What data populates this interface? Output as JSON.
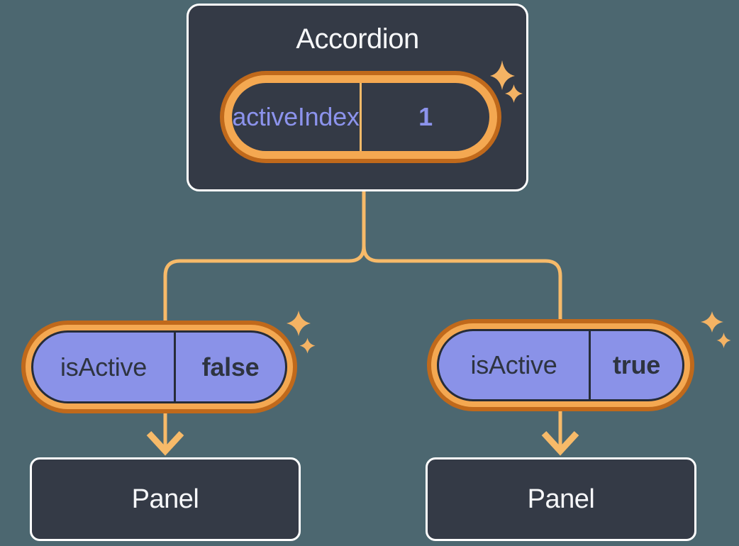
{
  "diagram": {
    "root": {
      "label": "Accordion",
      "state": {
        "name": "activeIndex",
        "value": "1"
      }
    },
    "children": [
      {
        "prop": {
          "name": "isActive",
          "value": "false"
        },
        "child": {
          "label": "Panel"
        }
      },
      {
        "prop": {
          "name": "isActive",
          "value": "true"
        },
        "child": {
          "label": "Panel"
        }
      }
    ],
    "colors": {
      "background": "#4C6770",
      "card_fill": "#343A46",
      "card_border": "#FFFFFF",
      "ring_outer_orange": "#C0691B",
      "ring_inner_orange": "#F4A851",
      "connector_orange": "#F7BA69",
      "pill_purple": "#8A92E8",
      "purple_text": "#8C93EC",
      "dark_text": "#2E3440",
      "light_text": "#F6F7F9",
      "sparkle": "#F4B364"
    }
  }
}
